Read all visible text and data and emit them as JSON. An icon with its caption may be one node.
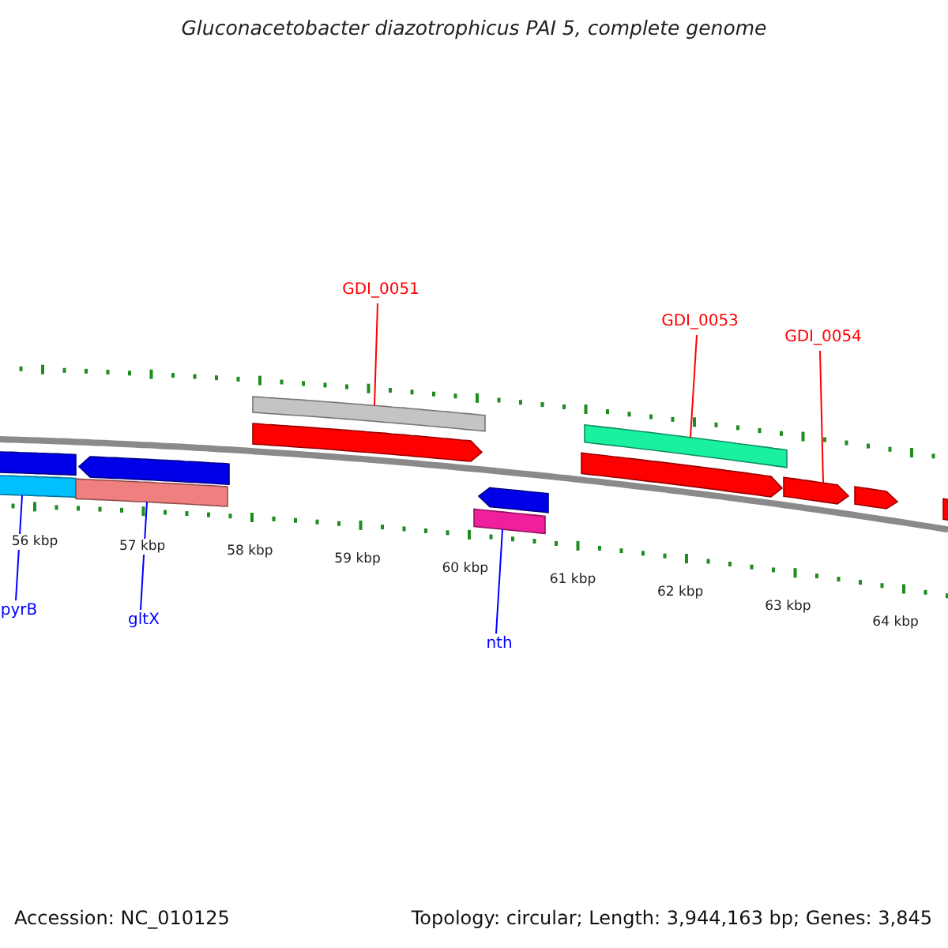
{
  "diagram": {
    "title": "Gluconacetobacter diazotrophicus PAI 5, complete genome",
    "nodes": [
      {
        "text": [
          "GDI_0051"
        ]
      },
      {
        "text": [
          "GDI_0053"
        ]
      },
      {
        "text": [
          "GDI_0054"
        ]
      },
      {
        "text": [
          "pyrB"
        ]
      },
      {
        "text": [
          "gltX"
        ]
      },
      {
        "text": [
          "nth"
        ]
      },
      {
        "text": [],
        "shape": "bar"
      },
      {
        "text": [],
        "shape": "bar"
      },
      {
        "text": [],
        "shape": "bar"
      },
      {
        "text": [],
        "shape": "bar"
      },
      {
        "text": [],
        "shape": "bar"
      },
      {
        "text": [],
        "shape": "bar"
      },
      {
        "text": [],
        "shape": "bar"
      },
      {
        "text": [],
        "shape": "bar"
      },
      {
        "text": [],
        "shape": "bar"
      },
      {
        "text": [],
        "shape": "bar"
      },
      {
        "text": [],
        "shape": "bar"
      },
      {
        "text": [],
        "shape": "bar"
      },
      {
        "text": [],
        "shape": "bar"
      }
    ],
    "edges": [
      {
        "from": 0,
        "to": 10,
        "arrow": "none",
        "color": "#ff0000"
      },
      {
        "from": 1,
        "to": 15,
        "arrow": "none",
        "color": "#ff0000"
      },
      {
        "from": 2,
        "to": 16,
        "arrow": "none",
        "color": "#ff0000"
      },
      {
        "from": 3,
        "to": 7,
        "arrow": "none",
        "color": "#0000ff"
      },
      {
        "from": 4,
        "to": 8,
        "arrow": "none",
        "color": "#0000ff"
      },
      {
        "from": 5,
        "to": 12,
        "arrow": "none",
        "color": "#0000ff"
      }
    ],
    "labels": [
      "56 kbp",
      "57 kbp",
      "58 kbp",
      "59 kbp",
      "60 kbp",
      "61 kbp",
      "62 kbp",
      "63 kbp",
      "64 kbp",
      "Accession: NC_010125",
      "Topology: circular; Length: 3,944,163 bp; Genes: 3,845"
    ]
  }
}
